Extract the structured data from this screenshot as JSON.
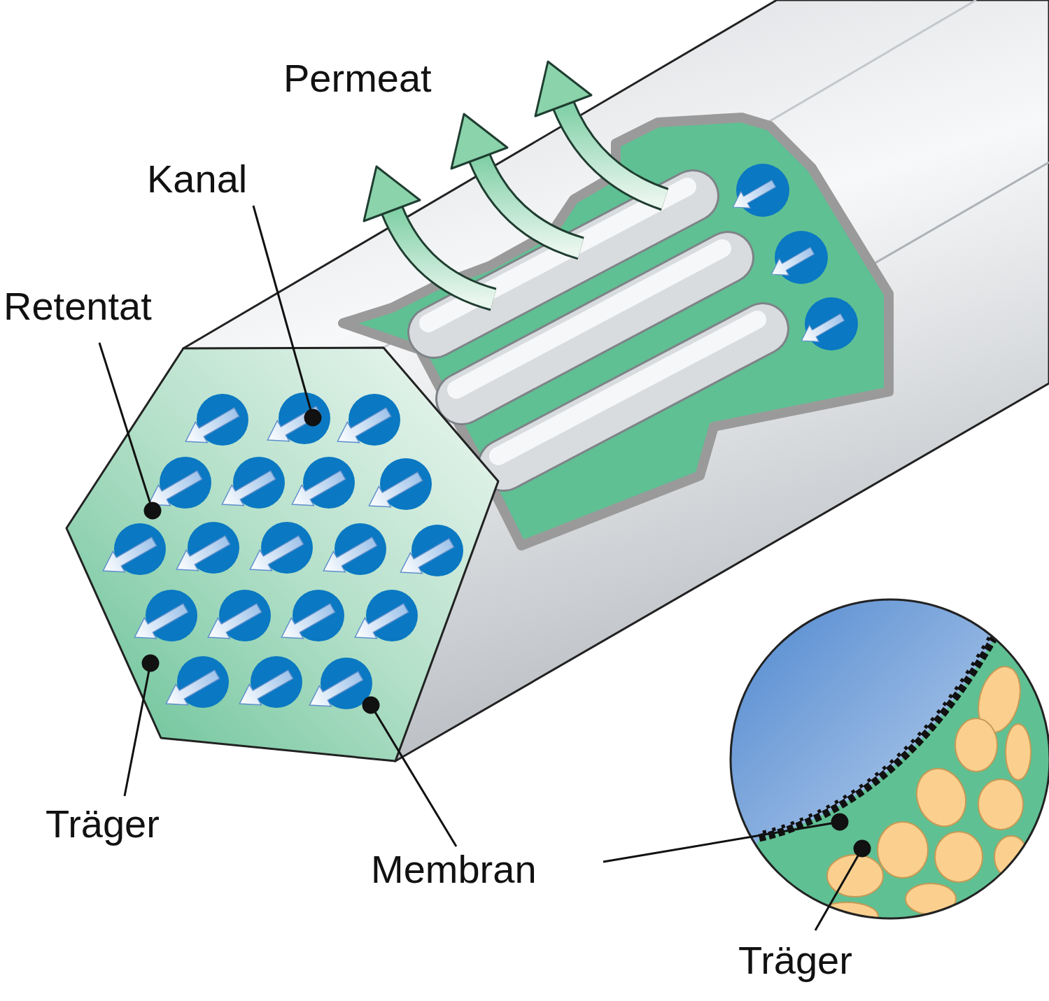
{
  "diagram": {
    "labels": [
      "Permeat",
      "Kanal",
      "Retentat",
      "Träger",
      "Membran",
      "Träger"
    ]
  }
}
